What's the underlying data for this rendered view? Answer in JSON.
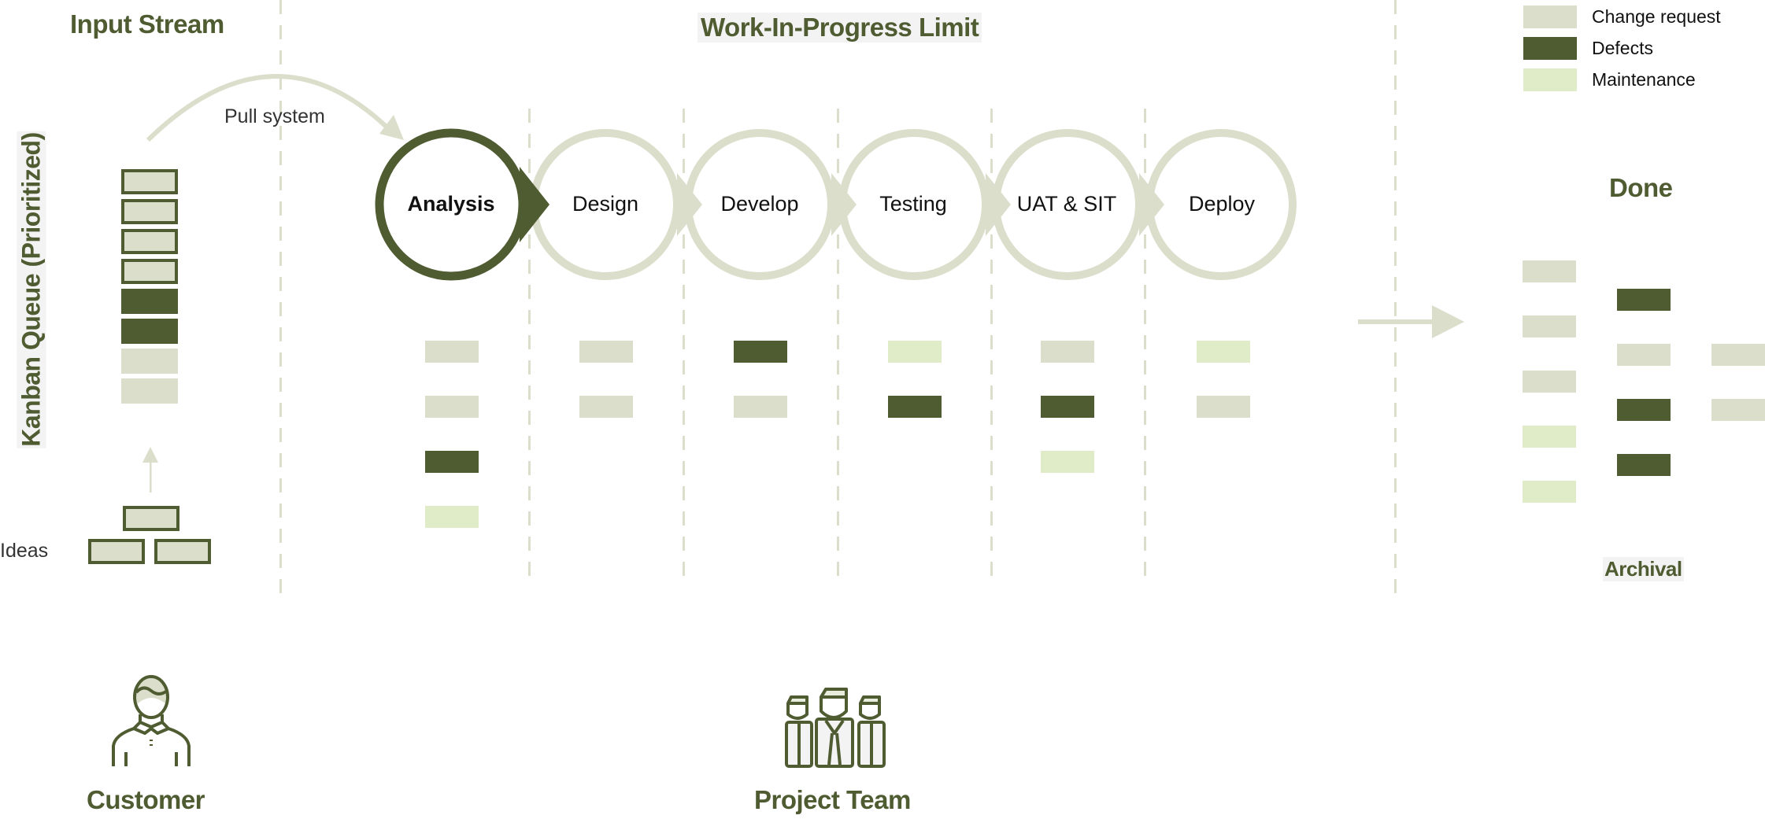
{
  "colors": {
    "change_request": "#dadeca",
    "defects": "#4f5b31",
    "maintenance": "#e0ebc8",
    "accent": "#4f5b31"
  },
  "headings": {
    "input_stream": "Input Stream",
    "wip_limit": "Work-In-Progress Limit",
    "done": "Done",
    "archival": "Archival",
    "kanban_queue": "Kanban Queue (Prioritized)",
    "customer": "Customer",
    "project_team": "Project Team"
  },
  "labels": {
    "pull_system": "Pull system",
    "ideas": "Ideas"
  },
  "legend": [
    {
      "label": "Change request",
      "type": "change_request"
    },
    {
      "label": "Defects",
      "type": "defects"
    },
    {
      "label": "Maintenance",
      "type": "maintenance"
    }
  ],
  "kanban_queue": [
    {
      "type": "change_request",
      "outlined": true
    },
    {
      "type": "change_request",
      "outlined": true
    },
    {
      "type": "change_request",
      "outlined": true
    },
    {
      "type": "change_request",
      "outlined": true
    },
    {
      "type": "defects",
      "outlined": false
    },
    {
      "type": "defects",
      "outlined": false
    },
    {
      "type": "change_request",
      "outlined": false
    },
    {
      "type": "change_request",
      "outlined": false
    }
  ],
  "ideas_count": 3,
  "stages": [
    {
      "label": "Analysis",
      "active": true,
      "cards": [
        "change_request",
        "change_request",
        "defects",
        "maintenance"
      ]
    },
    {
      "label": "Design",
      "active": false,
      "cards": [
        "change_request",
        "change_request"
      ]
    },
    {
      "label": "Develop",
      "active": false,
      "cards": [
        "defects",
        "change_request"
      ]
    },
    {
      "label": "Testing",
      "active": false,
      "cards": [
        "maintenance",
        "defects"
      ]
    },
    {
      "label": "UAT & SIT",
      "active": false,
      "cards": [
        "change_request",
        "defects",
        "maintenance"
      ]
    },
    {
      "label": "Deploy",
      "active": false,
      "cards": [
        "maintenance",
        "change_request"
      ]
    }
  ],
  "done_columns": [
    [
      "change_request",
      "change_request",
      "change_request",
      "maintenance",
      "maintenance"
    ],
    [
      "defects",
      "change_request",
      "defects",
      "defects"
    ],
    [
      "change_request",
      "change_request"
    ]
  ]
}
